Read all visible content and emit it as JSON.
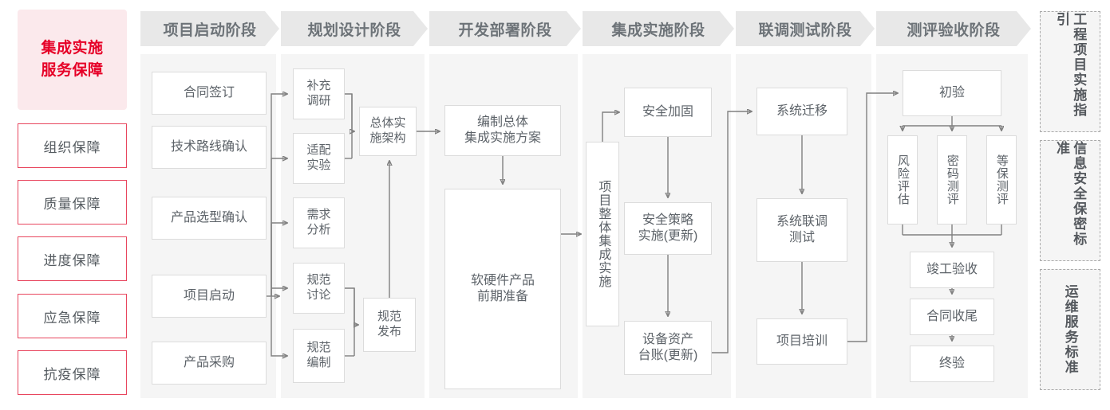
{
  "sidebar": {
    "lead": {
      "line1": "集成实施",
      "line2": "服务保障"
    },
    "guarantees": [
      {
        "label": "组织保障"
      },
      {
        "label": "质量保障"
      },
      {
        "label": "进度保障"
      },
      {
        "label": "应急保障"
      },
      {
        "label": "抗疫保障"
      }
    ]
  },
  "phases": [
    {
      "header": "项目启动阶段"
    },
    {
      "header": "规划设计阶段"
    },
    {
      "header": "开发部署阶段"
    },
    {
      "header": "集成实施阶段"
    },
    {
      "header": "联调测试阶段"
    },
    {
      "header": "测评验收阶段"
    }
  ],
  "nodes": {
    "c1": [
      {
        "label": "合同签订"
      },
      {
        "label": "技术路线确认"
      },
      {
        "label": "产品选型确认"
      },
      {
        "label": "项目启动"
      },
      {
        "label": "产品采购"
      }
    ],
    "c2_left": [
      {
        "line1": "补充",
        "line2": "调研"
      },
      {
        "line1": "适配",
        "line2": "实验"
      },
      {
        "line1": "需求",
        "line2": "分析"
      },
      {
        "line1": "规范",
        "line2": "讨论"
      },
      {
        "line1": "规范",
        "line2": "编制"
      }
    ],
    "c2_right": [
      {
        "line1": "总体实",
        "line2": "施架构"
      },
      {
        "line1": "规范",
        "line2": "发布"
      }
    ],
    "c3": [
      {
        "line1": "编制总体",
        "line2": "集成实施方案"
      },
      {
        "line1": "软硬件产品",
        "line2": "前期准备"
      }
    ],
    "c4_vertical": {
      "label": "项目整体集成实施"
    },
    "c4": [
      {
        "line1": "安全加固",
        "line2": ""
      },
      {
        "line1": "安全策略",
        "line2": "实施(更新)"
      },
      {
        "line1": "设备资产",
        "line2": "台账(更新)"
      }
    ],
    "c5": [
      {
        "line1": "系统迁移",
        "line2": ""
      },
      {
        "line1": "系统联调",
        "line2": "测试"
      },
      {
        "line1": "项目培训",
        "line2": ""
      }
    ],
    "c6_top": {
      "label": "初验"
    },
    "c6_parallel": [
      {
        "label": "风险评估"
      },
      {
        "label": "密码测评"
      },
      {
        "label": "等保测评"
      }
    ],
    "c6_tail": [
      {
        "label": "竣工验收"
      },
      {
        "label": "合同收尾"
      },
      {
        "label": "终验"
      }
    ]
  },
  "standards": [
    {
      "label": "工程项目实施指引"
    },
    {
      "label": "信息安全保密标准"
    },
    {
      "label": "运维服务标准"
    }
  ],
  "colors": {
    "accent_red": "#e60027",
    "lead_bg": "#fbe9ec",
    "guarantee_border": "#e8465e",
    "band_bg": "#f5f5f5",
    "chevron_bg": "#e8e8e8",
    "node_border": "#dcdcdc",
    "connector": "#808080",
    "text": "#5d6369"
  }
}
